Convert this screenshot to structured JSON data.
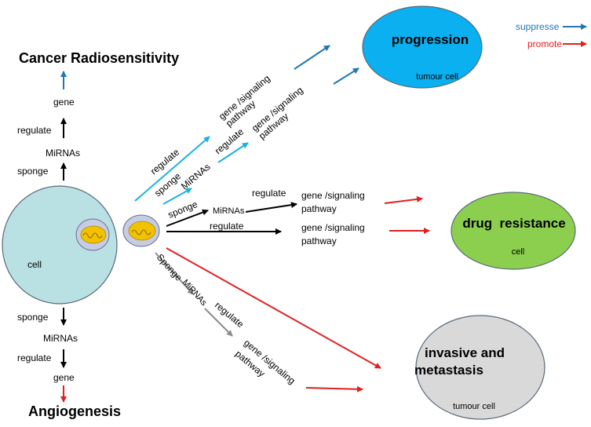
{
  "colors": {
    "suppress": "#1f77b4",
    "promote": "#e02020",
    "cyan": "#19b2e0",
    "black": "#000000",
    "gray": "#8c8c8c",
    "cell_fill": "#b9e1e4",
    "progression_fill": "#0ab0ef",
    "drug_fill": "#8ccf4f",
    "invasive_fill": "#d9d9d9",
    "mito_outer": "#c5cde6",
    "mito_inner": "#f2c200"
  },
  "legend": {
    "suppress": "suppresse",
    "promote": "promote"
  },
  "nodes": {
    "progression": {
      "title": "progression",
      "sub": "tumour cell"
    },
    "drug": {
      "title": "drug  resistance",
      "sub": "cell"
    },
    "invasive": {
      "title_1": "invasive and",
      "title_2": "metastasis",
      "sub": "tumour cell"
    },
    "cell": {
      "label": "cell"
    },
    "radio": {
      "title": "Cancer Radiosensitivity"
    },
    "angio": {
      "title": "Angiogenesis"
    }
  },
  "left_top": {
    "gene": "gene",
    "regulate": "regulate",
    "mirnas": "MiRNAs",
    "sponge": "sponge"
  },
  "left_bottom": {
    "sponge": "sponge",
    "mirnas": "MiRNAs",
    "regulate": "regulate",
    "gene": "gene"
  },
  "cyan_branch": {
    "regulate": "regulate",
    "gene1_l1": "gene /signaling",
    "gene1_l2": "pathway",
    "sponge": "sponge",
    "mirnas": "MiRNAs",
    "regulate2": "regulate",
    "gene2_l1": "gene /signaling",
    "gene2_l2": "pathway"
  },
  "black_branch": {
    "sponge": "sponge",
    "mirnas": "MiRNAs",
    "regulate1": "regulate",
    "gene1_l1": "gene /signaling",
    "gene1_l2": "pathway",
    "regulate2": "regulate",
    "gene2_l1": "gene /signaling",
    "gene2_l2": "pathway"
  },
  "gray_branch": {
    "sponge": "Sponge",
    "mirnas": "MiRNAs",
    "regulate": "regulate",
    "gene_l1": "gene /signaling",
    "gene_l2": "pathway"
  }
}
